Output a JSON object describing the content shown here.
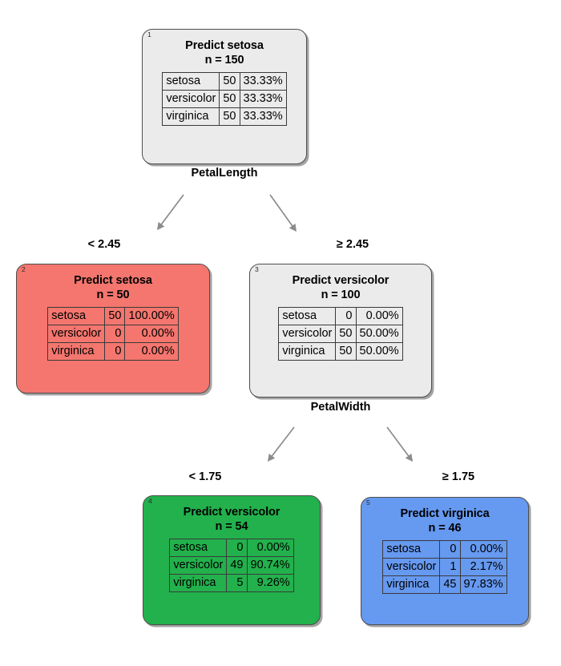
{
  "diagram": {
    "type": "decision-tree",
    "title_text": "",
    "columns": [
      "class",
      "count",
      "percent"
    ],
    "colors": {
      "neutral": "#ebebeb",
      "setosa": "#f4766e",
      "versicolor": "#22b14c",
      "virginica": "#6699f0",
      "border": "#4d4d4d",
      "arrow": "#8c8c8c",
      "text": "#000000"
    },
    "nodes": [
      {
        "id": "1",
        "number": "1",
        "title": "Predict setosa",
        "n_label": "n = 150",
        "fill_key": "neutral",
        "rows": [
          {
            "class": "setosa",
            "count": "50",
            "percent": "33.33%"
          },
          {
            "class": "versicolor",
            "count": "50",
            "percent": "33.33%"
          },
          {
            "class": "virginica",
            "count": "50",
            "percent": "33.33%"
          }
        ],
        "split_label": "PetalLength"
      },
      {
        "id": "2",
        "number": "2",
        "title": "Predict setosa",
        "n_label": "n = 50",
        "fill_key": "setosa",
        "rows": [
          {
            "class": "setosa",
            "count": "50",
            "percent": "100.00%"
          },
          {
            "class": "versicolor",
            "count": "0",
            "percent": "0.00%"
          },
          {
            "class": "virginica",
            "count": "0",
            "percent": "0.00%"
          }
        ],
        "split_label": ""
      },
      {
        "id": "3",
        "number": "3",
        "title": "Predict versicolor",
        "n_label": "n = 100",
        "fill_key": "neutral",
        "rows": [
          {
            "class": "setosa",
            "count": "0",
            "percent": "0.00%"
          },
          {
            "class": "versicolor",
            "count": "50",
            "percent": "50.00%"
          },
          {
            "class": "virginica",
            "count": "50",
            "percent": "50.00%"
          }
        ],
        "split_label": "PetalWidth"
      },
      {
        "id": "4",
        "number": "4",
        "title": "Predict versicolor",
        "n_label": "n = 54",
        "fill_key": "versicolor",
        "rows": [
          {
            "class": "setosa",
            "count": "0",
            "percent": "0.00%"
          },
          {
            "class": "versicolor",
            "count": "49",
            "percent": "90.74%"
          },
          {
            "class": "virginica",
            "count": "5",
            "percent": "9.26%"
          }
        ],
        "split_label": ""
      },
      {
        "id": "5",
        "number": "5",
        "title": "Predict virginica",
        "n_label": "n = 46",
        "fill_key": "virginica",
        "rows": [
          {
            "class": "setosa",
            "count": "0",
            "percent": "0.00%"
          },
          {
            "class": "versicolor",
            "count": "1",
            "percent": "2.17%"
          },
          {
            "class": "virginica",
            "count": "45",
            "percent": "97.83%"
          }
        ],
        "split_label": ""
      }
    ],
    "edges": [
      {
        "from": "1",
        "to": "2",
        "label": "< 2.45"
      },
      {
        "from": "1",
        "to": "3",
        "label": "≥ 2.45"
      },
      {
        "from": "3",
        "to": "4",
        "label": "< 1.75"
      },
      {
        "from": "3",
        "to": "5",
        "label": "≥ 1.75"
      }
    ]
  }
}
